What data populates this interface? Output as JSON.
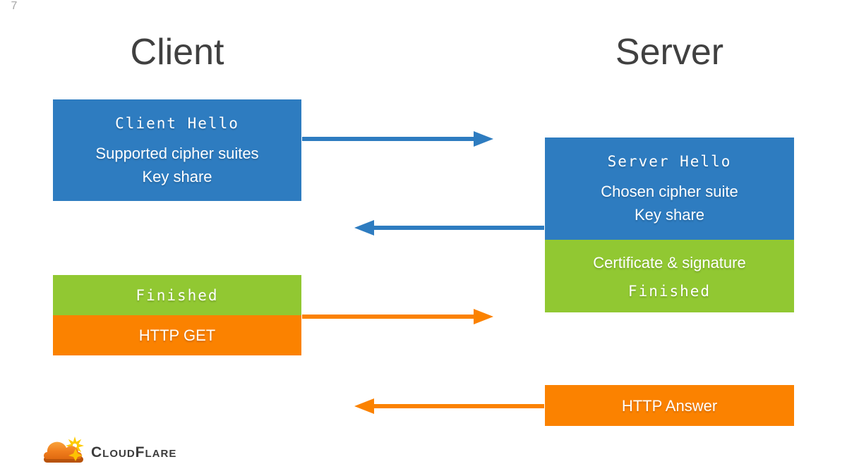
{
  "titles": {
    "client": "Client",
    "server": "Server"
  },
  "boxes": {
    "client_hello": {
      "heading": "Client Hello",
      "line1": "Supported cipher suites",
      "line2": "Key share"
    },
    "server_hello": {
      "heading": "Server Hello",
      "line1": "Chosen cipher suite",
      "line2": "Key share"
    },
    "server_finish": {
      "line1": "Certificate & signature",
      "heading": "Finished"
    },
    "client_finished": {
      "heading": "Finished"
    },
    "http_get": {
      "label": "HTTP GET"
    },
    "http_answer": {
      "label": "HTTP Answer"
    }
  },
  "arrows": [
    {
      "name": "client-hello-arrow",
      "direction": "right",
      "color": "blue"
    },
    {
      "name": "server-hello-arrow",
      "direction": "left",
      "color": "blue"
    },
    {
      "name": "http-get-arrow",
      "direction": "right",
      "color": "orange"
    },
    {
      "name": "http-answer-arrow",
      "direction": "left",
      "color": "orange"
    }
  ],
  "footer": {
    "logo_text": "CloudFlare",
    "page_number": "7"
  },
  "colors": {
    "blue": "#2e7cc0",
    "green": "#91c832",
    "orange": "#fb8200",
    "title": "#404040",
    "logo_text": "#3c3c3c",
    "page_num": "#a6a6a6"
  }
}
